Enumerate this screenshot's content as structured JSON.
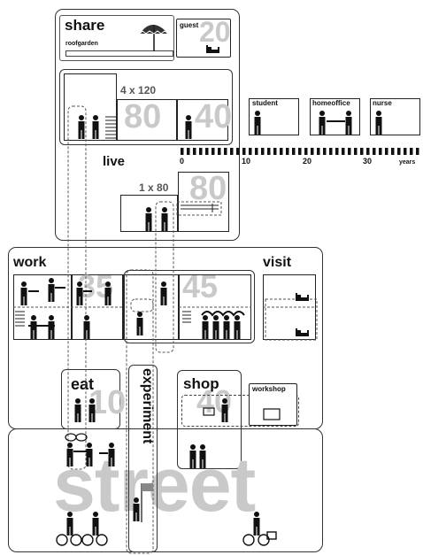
{
  "share": {
    "title": "share",
    "roofgarden": "roofgarden",
    "guest_label": "guest",
    "guest_num": "20"
  },
  "live": {
    "title": "live",
    "units_a": "4 x 120",
    "num_a1": "80",
    "num_a2": "40",
    "units_b": "1 x 80",
    "num_b": "80"
  },
  "people": {
    "student": "student",
    "homeoffice": "homeoffice",
    "nurse": "nurse"
  },
  "timeline": {
    "ticks": [
      "0",
      "10",
      "20",
      "30"
    ],
    "unit": "years"
  },
  "work": {
    "title": "work",
    "num_a": "35",
    "num_b": "45"
  },
  "visit": {
    "title": "visit"
  },
  "eat": {
    "title": "eat",
    "num": "10"
  },
  "experiment": {
    "title": "experiment"
  },
  "shop": {
    "title": "shop",
    "num": "40",
    "workshop": "workshop"
  },
  "street": {
    "title": "street"
  }
}
